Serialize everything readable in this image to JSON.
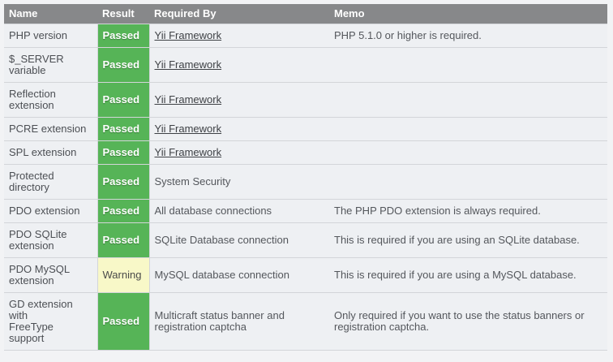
{
  "colors": {
    "passed_green": "#56b457",
    "warning_yellow": "#f8f8c8",
    "header_gray": "#87888a"
  },
  "table": {
    "columns": {
      "name": "Name",
      "result": "Result",
      "required_by": "Required By",
      "memo": "Memo"
    },
    "rows": [
      {
        "name": "PHP version",
        "result": "Passed",
        "status": "passed",
        "required_by": "Yii Framework",
        "memo": "PHP 5.1.0 or higher is required."
      },
      {
        "name": "$_SERVER\nvariable",
        "result": "Passed",
        "status": "passed",
        "required_by": "Yii Framework",
        "memo": ""
      },
      {
        "name": "Reflection\nextension",
        "result": "Passed",
        "status": "passed",
        "required_by": "Yii Framework",
        "memo": ""
      },
      {
        "name": "PCRE extension",
        "result": "Passed",
        "status": "passed",
        "required_by": "Yii Framework",
        "memo": ""
      },
      {
        "name": "SPL extension",
        "result": "Passed",
        "status": "passed",
        "required_by": "Yii Framework",
        "memo": ""
      },
      {
        "name": "Protected\ndirectory",
        "result": "Passed",
        "status": "passed",
        "required_by": "System Security",
        "memo": ""
      },
      {
        "name": "PDO extension",
        "result": "Passed",
        "status": "passed",
        "required_by": "All database connections",
        "memo": "The PHP PDO extension is always required."
      },
      {
        "name": "PDO SQLite\nextension",
        "result": "Passed",
        "status": "passed",
        "required_by": "SQLite Database connection",
        "memo": "This is required if you are using an SQLite database."
      },
      {
        "name": "PDO MySQL\nextension",
        "result": "Warning",
        "status": "warning",
        "required_by": "MySQL database connection",
        "memo": "This is required if you are using a MySQL database."
      },
      {
        "name": "GD extension\nwith\nFreeType\nsupport",
        "result": "Passed",
        "status": "passed",
        "required_by": "Multicraft status banner and registration captcha",
        "memo": "Only required if you want to use the status banners or registration captcha."
      }
    ]
  }
}
